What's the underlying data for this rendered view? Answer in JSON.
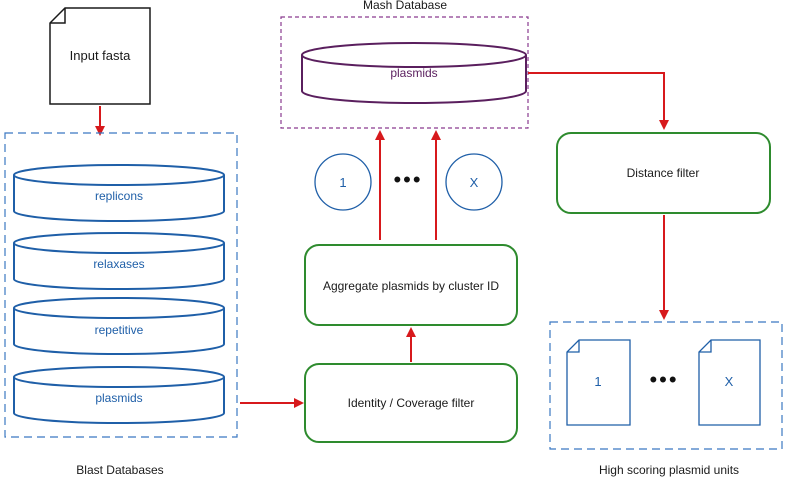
{
  "input": {
    "label": "Input fasta"
  },
  "blast": {
    "title": "Blast Databases",
    "dbs": [
      "replicons",
      "relaxases",
      "repetitive",
      "plasmids"
    ]
  },
  "mash": {
    "title": "Mash Database",
    "db": "plasmids"
  },
  "clusters": {
    "first": "1",
    "ellipsis": "•••",
    "last": "X"
  },
  "steps": {
    "aggregate": "Aggregate plasmids by cluster ID",
    "identity": "Identity / Coverage filter",
    "distance": "Distance filter"
  },
  "output": {
    "title": "High scoring plasmid units",
    "first": "1",
    "ellipsis": "•••",
    "last": "X"
  },
  "colors": {
    "blue": "#1f5fa8",
    "green": "#2e8b2e",
    "red": "#d7191c",
    "purple": "#5a1f5e",
    "dashed_blue": "#3b78c2",
    "dashed_purple": "#8a3b8f",
    "text": "#1a1a1a"
  }
}
